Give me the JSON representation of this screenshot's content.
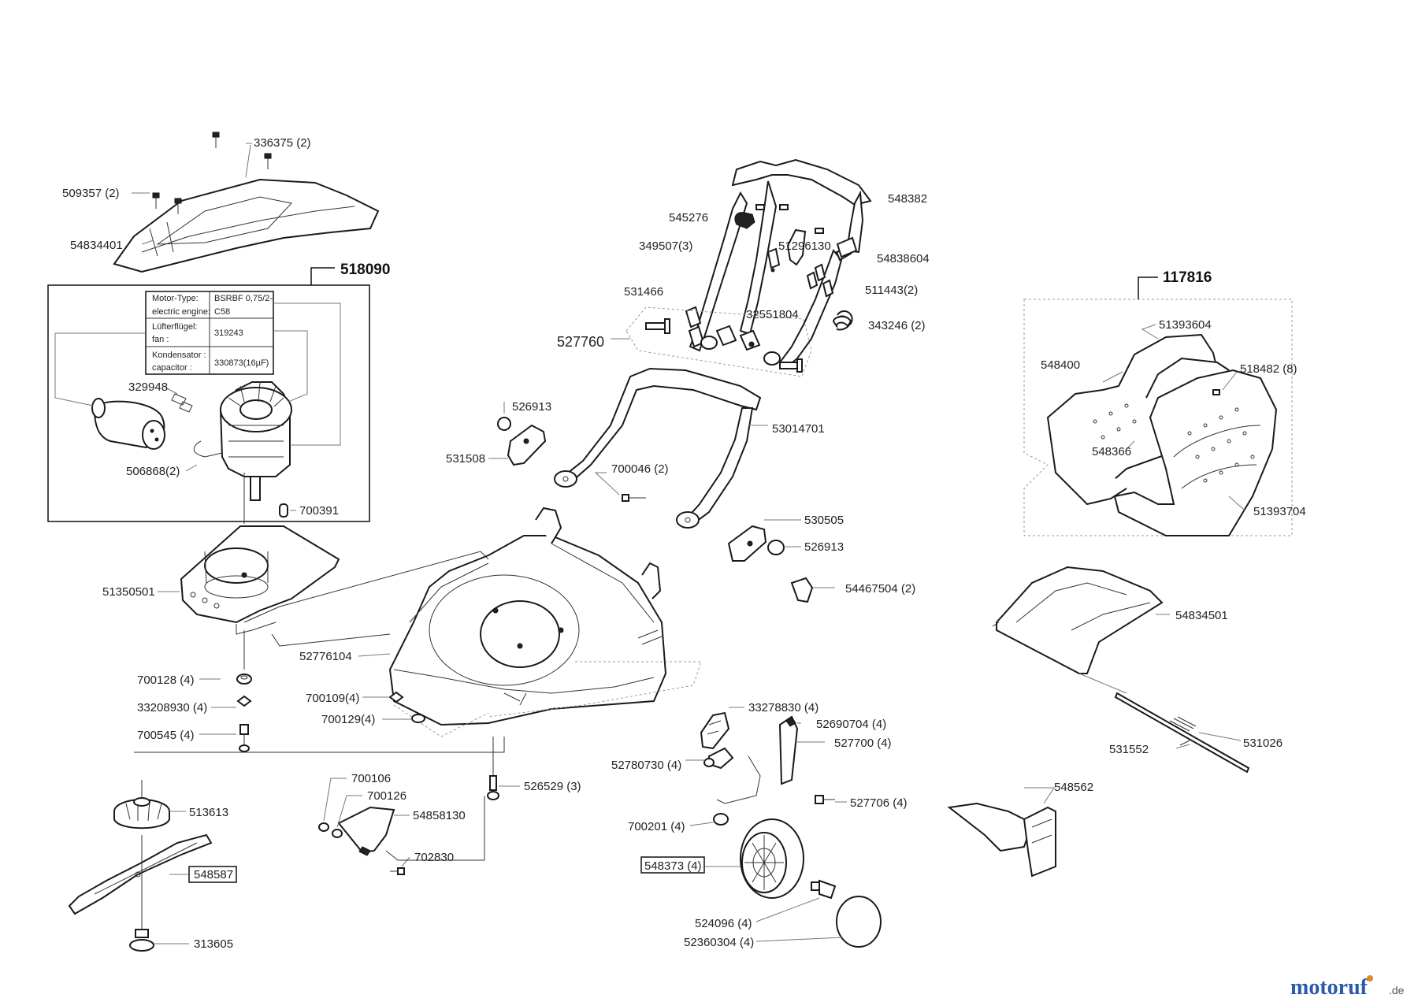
{
  "labels": {
    "p336375": "336375 (2)",
    "p509357": "509357 (2)",
    "p54834401": "54834401",
    "a518090": "518090",
    "p329948": "329948",
    "p506868": "506868(2)",
    "p700391": "700391",
    "p51350501": "51350501",
    "p700128": "700128 (4)",
    "p33208930": "33208930 (4)",
    "p700545": "700545 (4)",
    "p513613": "513613",
    "p548587": "548587",
    "p313605": "313605",
    "p700106": "700106",
    "p700126": "700126",
    "p54858130": "54858130",
    "p702830": "702830",
    "p526529": "526529 (3)",
    "p700109": "700109(4)",
    "p700129": "700129(4)",
    "p52776104": "52776104",
    "p526913a": "526913",
    "p531508": "531508",
    "p700046": "700046 (2)",
    "a527760": "527760",
    "p531466": "531466",
    "p349507": "349507(3)",
    "p545276": "545276",
    "p51296130": "51296130",
    "p548382": "548382",
    "p54838604": "54838604",
    "p511443": "511443(2)",
    "p32551804": "32551804",
    "p343246": "343246 (2)",
    "p53014701": "53014701",
    "p530505": "530505",
    "p526913b": "526913",
    "p54467504": "54467504 (2)",
    "p33278830": "33278830 (4)",
    "p52690704": "52690704 (4)",
    "p527700": "527700 (4)",
    "p52780730": "52780730 (4)",
    "p527706": "527706 (4)",
    "p700201": "700201 (4)",
    "p548373": "548373 (4)",
    "p524096": "524096 (4)",
    "p52360304": "52360304 (4)",
    "a117816": "117816",
    "p51393604": "51393604",
    "p548400": "548400",
    "p518482": "518482 (8)",
    "p548366": "548366",
    "p51393704": "51393704",
    "p54834501": "54834501",
    "p531552": "531552",
    "p531026": "531026",
    "p548562": "548562"
  },
  "motor_table": [
    {
      "key": "Motor-Type:",
      "value": "BSRBF 0,75/2-"
    },
    {
      "key": "electric engine:",
      "value": "C58"
    },
    {
      "key": "Lüfterflügel:",
      "value": ""
    },
    {
      "key": "fan :",
      "value": "319243"
    },
    {
      "key": "Kondensator :",
      "value": ""
    },
    {
      "key": "capacitor :",
      "value": "330873(16µF)"
    }
  ],
  "watermark": {
    "brand": "motoruf",
    "suffix": ".de",
    "colors": {
      "text": "#2a5aa8",
      "dot": "#e08a1e"
    }
  }
}
